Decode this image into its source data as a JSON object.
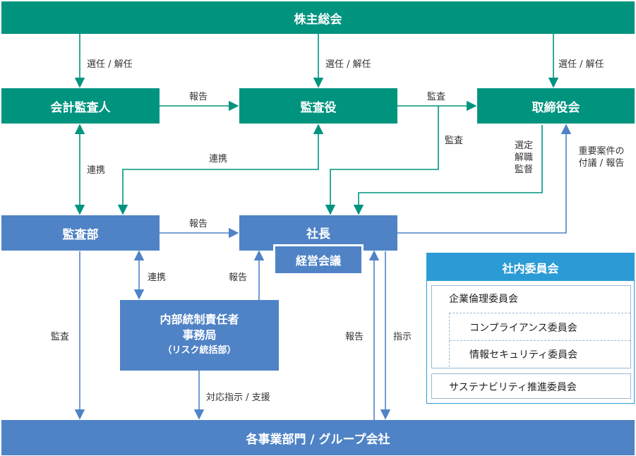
{
  "nodes": {
    "shareholders": "株主総会",
    "accounting_auditor": "会計監査人",
    "auditor": "監査役",
    "board": "取締役会",
    "audit_dept": "監査部",
    "president": "社長",
    "management_meeting": "経営会議",
    "internal_control_line1": "内部統制責任者",
    "internal_control_line2": "事務局",
    "internal_control_line3": "（リスク統括部）",
    "group": "各事業部門 / グループ会社"
  },
  "labels": {
    "elect1": "選任 / 解任",
    "elect2": "選任 / 解任",
    "elect3": "選任 / 解任",
    "report_ca_to_auditor": "報告",
    "audit_auditor_to_board": "監査",
    "audit_auditor_to_president": "監査",
    "board_to_president_1": "選定",
    "board_to_president_2": "解職",
    "board_to_president_3": "監督",
    "president_to_board_1": "重要案件の",
    "president_to_board_2": "付議 / 報告",
    "liaison_ca_audit": "連携",
    "liaison_auditor_audit": "連携",
    "report_audit_to_president": "報告",
    "liaison_audit_ic": "連携",
    "report_ic_to_president": "報告",
    "audit_audit_to_group": "監査",
    "support_ic_to_group": "対応指示 / 支援",
    "report_group_to_president": "報告",
    "instruct_president_to_group": "指示"
  },
  "committee": {
    "title": "社内委員会",
    "items": [
      "企業倫理委員会",
      "コンプライアンス委員会",
      "情報セキュリティ委員会",
      "サステナビリティ推進委員会"
    ]
  },
  "colors": {
    "teal": "#00947f",
    "blue": "#4f83c6",
    "light_blue": "#2c9bd5",
    "arrow_blue": "#4f83c6"
  }
}
